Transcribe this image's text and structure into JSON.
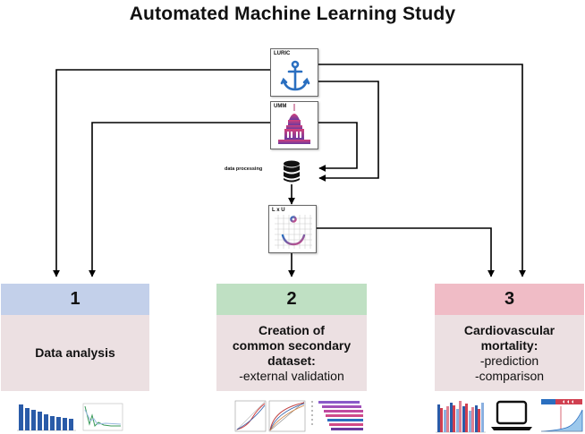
{
  "title": "Automated Machine Learning Study",
  "sources": {
    "luric": {
      "label": "LURIC",
      "icon": "anchor-icon"
    },
    "umm": {
      "label": "UMM",
      "icon": "tower-icon"
    },
    "data_processing": {
      "label": "data processing",
      "icon": "database-icon"
    },
    "combined": {
      "label": "L x U",
      "icon": "anchor-grid-icon"
    }
  },
  "panels": [
    {
      "number": "1",
      "header_color": "#c3d0ea",
      "lines": [
        "Data analysis"
      ],
      "sub_lines": []
    },
    {
      "number": "2",
      "header_color": "#bfe0c3",
      "lines": [
        "Creation of",
        "common secondary",
        "dataset:"
      ],
      "sub_lines": [
        "-external validation"
      ]
    },
    {
      "number": "3",
      "header_color": "#f0bcc6",
      "lines": [
        "Cardiovascular",
        "mortality:"
      ],
      "sub_lines": [
        "-prediction",
        "-comparison"
      ]
    }
  ],
  "colors": {
    "body_bg": "#ece0e2",
    "accent_blue": "#2a5ba8",
    "accent_pink": "#d24a86",
    "accent_purple": "#6a3aa0"
  }
}
